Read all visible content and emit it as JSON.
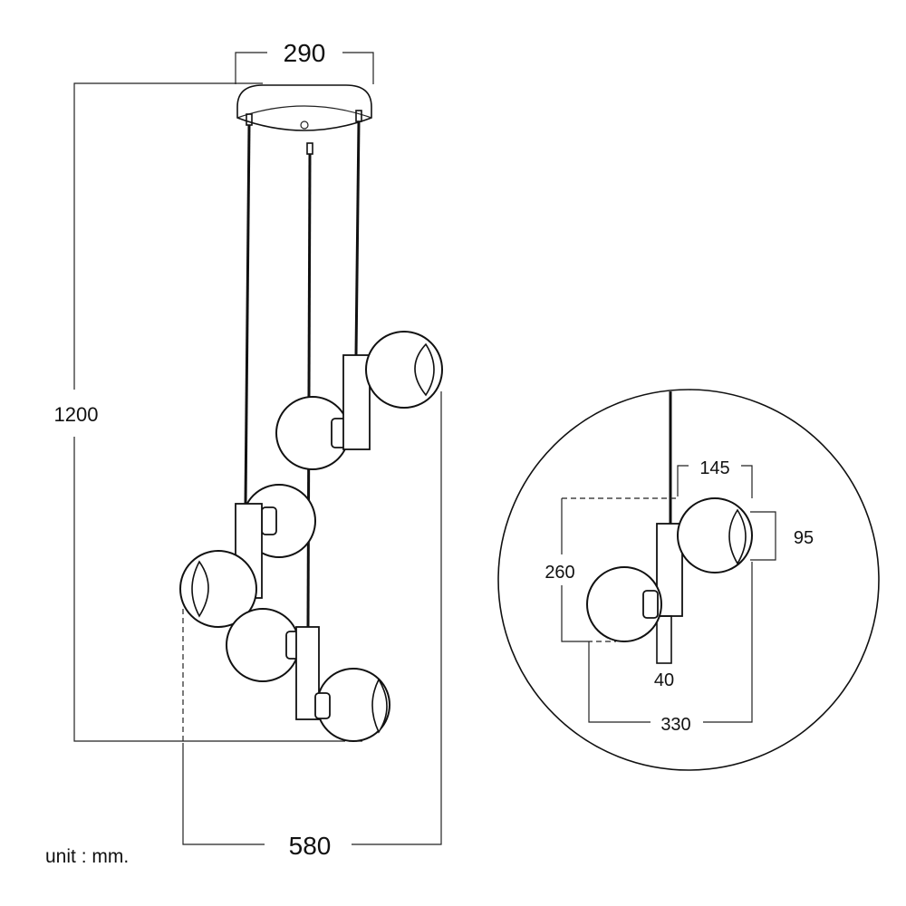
{
  "dimensions": {
    "canopy_width": "290",
    "total_height": "1200",
    "total_width": "580",
    "detail_shade_offset": "145",
    "detail_height": "260",
    "detail_shade_size": "95",
    "detail_body_width": "40",
    "detail_width": "330"
  },
  "unit_label": "unit : mm."
}
